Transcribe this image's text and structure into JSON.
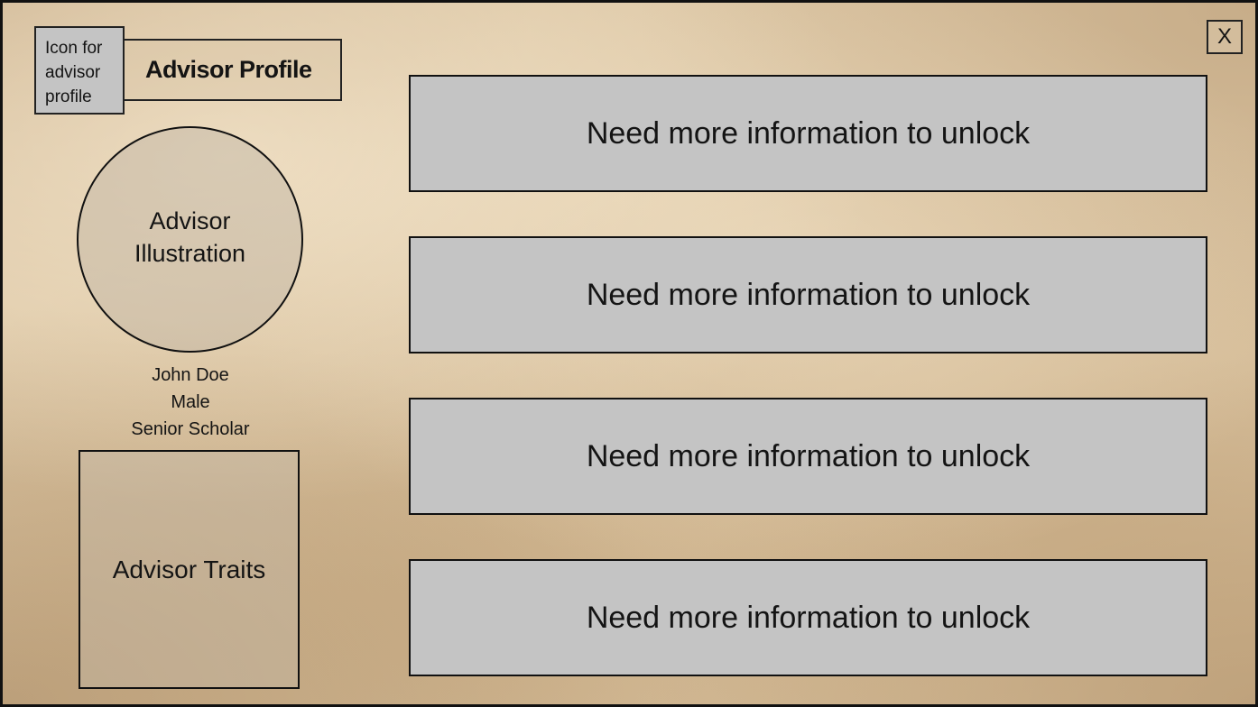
{
  "icon_placeholder": {
    "lines": [
      "Icon for",
      "advisor",
      "profile"
    ]
  },
  "header": {
    "title": "Advisor Profile",
    "close_label": "X"
  },
  "portrait": {
    "lines": [
      "Advisor",
      "Illustration"
    ]
  },
  "advisor": {
    "name": "John Doe",
    "gender": "Male",
    "rank": "Senior Scholar"
  },
  "traits": {
    "label": "Advisor Traits"
  },
  "info_slots": [
    {
      "label": "Need more information to unlock"
    },
    {
      "label": "Need more information to unlock"
    },
    {
      "label": "Need more information to unlock"
    },
    {
      "label": "Need more information to unlock"
    }
  ],
  "colors": {
    "parchment": "#dcc6a4",
    "locked_panel": "#c4c4c4",
    "border": "#111111"
  }
}
